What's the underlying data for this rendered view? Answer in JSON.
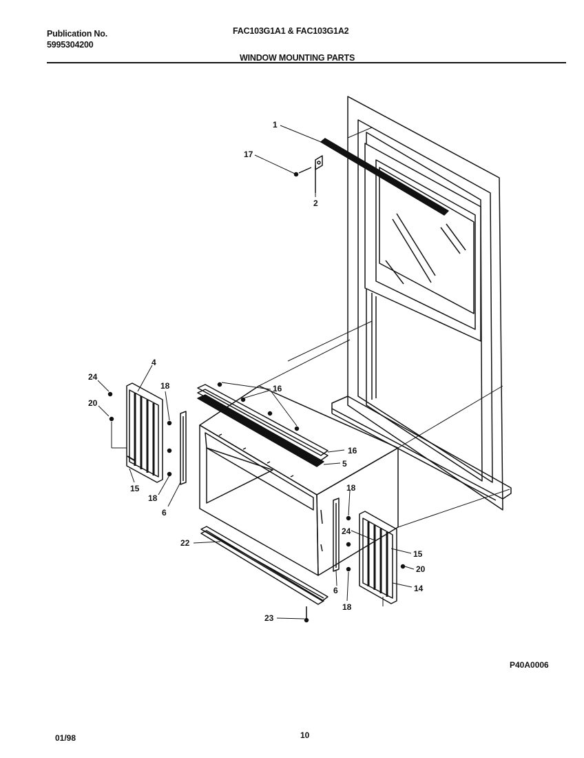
{
  "header": {
    "publication_label": "Publication No.",
    "publication_number": "5995304200",
    "models": "FAC103G1A1 & FAC103G1A2",
    "section_title": "WINDOW MOUNTING PARTS"
  },
  "callouts": [
    "1",
    "17",
    "2",
    "4",
    "24",
    "20",
    "18",
    "16",
    "16",
    "5",
    "15",
    "18",
    "6",
    "22",
    "18",
    "24",
    "15",
    "20",
    "14",
    "6",
    "18",
    "23"
  ],
  "figure_code": "P40A0006",
  "footer": {
    "date": "01/98",
    "page": "10"
  }
}
